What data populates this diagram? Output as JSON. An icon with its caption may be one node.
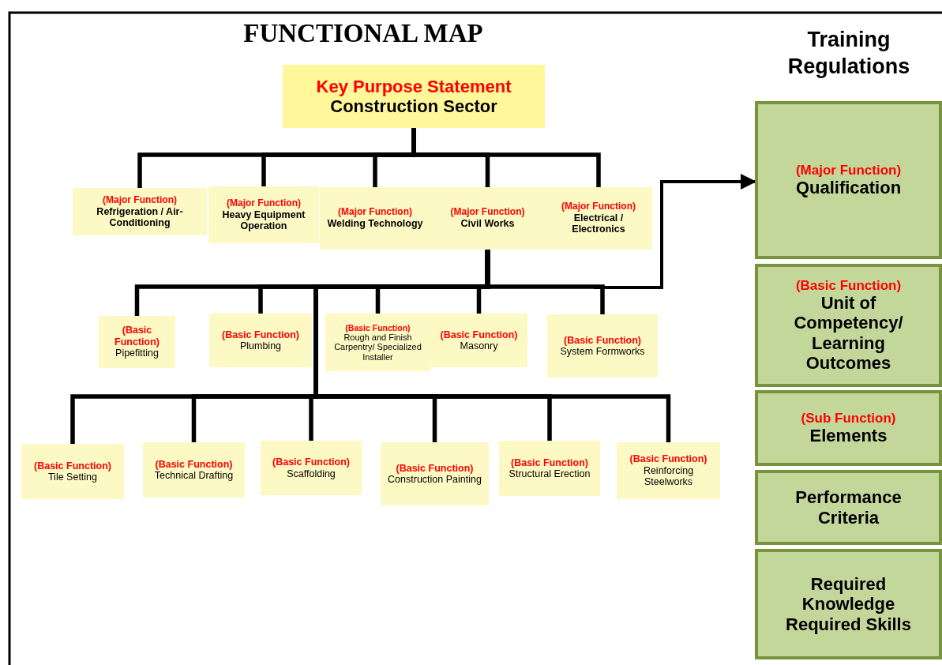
{
  "diagram": {
    "title": "FUNCTIONAL MAP",
    "nodes": [
      {
        "text": [
          "Key Purpose Statement",
          "Construction Sector"
        ]
      },
      {
        "text": [
          "(Major Function)",
          "Refrigeration / Air-Conditioning"
        ]
      },
      {
        "text": [
          "(Major Function)",
          "Heavy Equipment Operation"
        ]
      },
      {
        "text": [
          "(Major Function)",
          "Welding Technology"
        ]
      },
      {
        "text": [
          "(Major Function)",
          "Civil Works"
        ]
      },
      {
        "text": [
          "(Major Function)",
          "Electrical / Electronics"
        ]
      },
      {
        "text": [
          "(Basic Function)",
          "Pipefitting"
        ]
      },
      {
        "text": [
          "(Basic Function)",
          "Plumbing"
        ]
      },
      {
        "text": [
          "(Basic Function)",
          "Rough and Finish Carpentry/ Specialized Installer"
        ]
      },
      {
        "text": [
          "(Basic Function)",
          "Masonry"
        ]
      },
      {
        "text": [
          "(Basic Function)",
          "System Formworks"
        ]
      },
      {
        "text": [
          "(Basic Function)",
          "Tile Setting"
        ]
      },
      {
        "text": [
          "(Basic Function)",
          "Technical Drafting"
        ]
      },
      {
        "text": [
          "(Basic Function)",
          "Scaffolding"
        ]
      },
      {
        "text": [
          "(Basic Function)",
          "Construction Painting"
        ]
      },
      {
        "text": [
          "(Basic Function)",
          "Structural Erection"
        ]
      },
      {
        "text": [
          "(Basic Function)",
          "Reinforcing Steelworks"
        ]
      },
      {
        "text": [
          "(Major Function)",
          "Qualification"
        ]
      },
      {
        "text": [
          "(Basic Function)",
          "Unit of Competency/ Learning Outcomes"
        ]
      },
      {
        "text": [
          "(Sub Function)",
          "Elements"
        ]
      },
      {
        "text": [
          "Performance Criteria"
        ]
      },
      {
        "text": [
          "Required Knowledge Required Skills"
        ]
      }
    ],
    "edges": [
      {
        "from": 0,
        "to": 1,
        "arrow": "none"
      },
      {
        "from": 0,
        "to": 2,
        "arrow": "none"
      },
      {
        "from": 0,
        "to": 3,
        "arrow": "none"
      },
      {
        "from": 0,
        "to": 4,
        "arrow": "none"
      },
      {
        "from": 0,
        "to": 5,
        "arrow": "none"
      },
      {
        "from": 4,
        "to": 6,
        "arrow": "none"
      },
      {
        "from": 4,
        "to": 7,
        "arrow": "none"
      },
      {
        "from": 4,
        "to": 8,
        "arrow": "none"
      },
      {
        "from": 4,
        "to": 9,
        "arrow": "none"
      },
      {
        "from": 4,
        "to": 10,
        "arrow": "none"
      },
      {
        "from": 4,
        "to": 11,
        "arrow": "none"
      },
      {
        "from": 4,
        "to": 12,
        "arrow": "none"
      },
      {
        "from": 4,
        "to": 13,
        "arrow": "none"
      },
      {
        "from": 4,
        "to": 14,
        "arrow": "none"
      },
      {
        "from": 4,
        "to": 15,
        "arrow": "none"
      },
      {
        "from": 4,
        "to": 16,
        "arrow": "none"
      },
      {
        "from": null,
        "to": 17,
        "arrow": "to"
      }
    ],
    "labels": [
      "Training Regulations"
    ]
  }
}
